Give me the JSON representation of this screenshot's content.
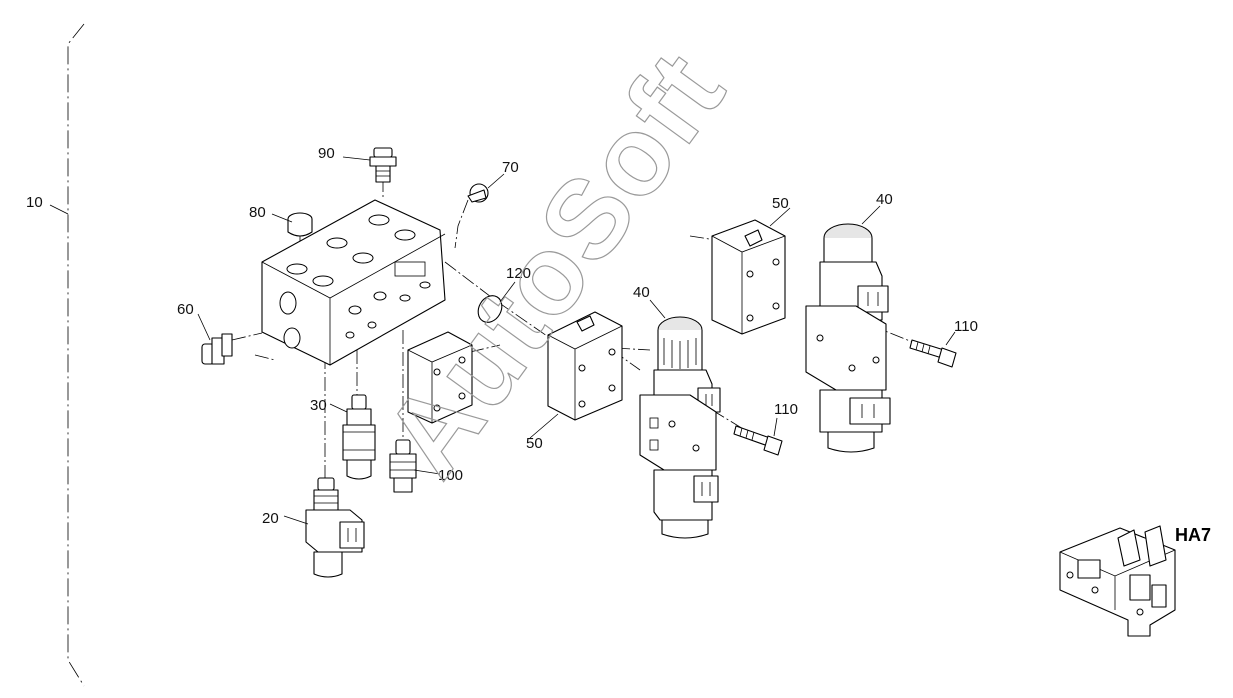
{
  "callouts": {
    "c10": "10",
    "c20": "20",
    "c30": "30",
    "c40a": "40",
    "c40b": "40",
    "c50a": "50",
    "c50b": "50",
    "c60": "60",
    "c70": "70",
    "c80": "80",
    "c90": "90",
    "c100": "100",
    "c110a": "110",
    "c110b": "110",
    "c120": "120"
  },
  "assembly_label": "HA7",
  "watermark": "AutoSoft",
  "colors": {
    "line": "#000000",
    "watermark": "#9a9a9a",
    "background": "#ffffff"
  }
}
